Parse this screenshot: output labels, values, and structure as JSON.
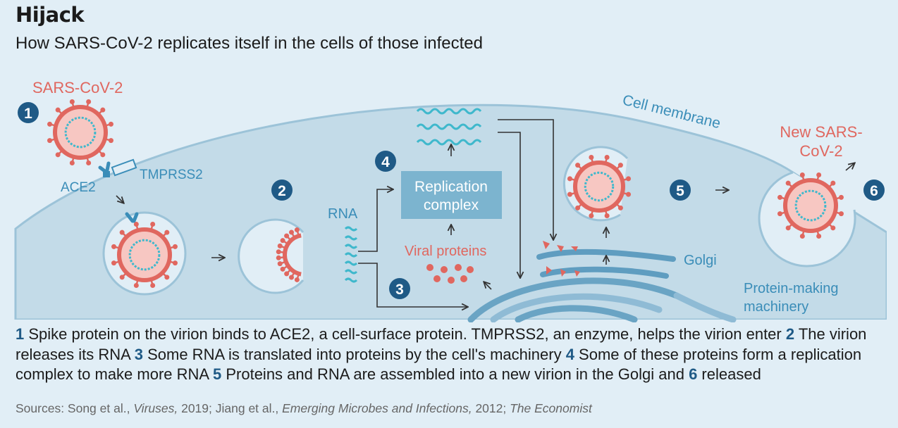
{
  "title": "Hijack",
  "subtitle": "How SARS-CoV-2 replicates itself in the cells of those infected",
  "labels": {
    "virus": "SARS-CoV-2",
    "ace2": "ACE2",
    "tmprss2": "TMPRSS2",
    "rna": "RNA",
    "replication_line1": "Replication",
    "replication_line2": "complex",
    "viral_proteins": "Viral proteins",
    "cell_membrane": "Cell membrane",
    "new_virus_line1": "New SARS-",
    "new_virus_line2": "CoV-2",
    "golgi": "Golgi",
    "protein_machinery_line1": "Protein-making",
    "protein_machinery_line2": "machinery"
  },
  "steps": [
    "1",
    "2",
    "3",
    "4",
    "5",
    "6"
  ],
  "caption": [
    {
      "num": "1",
      "text": " Spike protein on the virion binds to ACE2, a cell-surface protein. TMPRSS2, an enzyme, helps the virion enter "
    },
    {
      "num": "2",
      "text": " The virion releases its RNA "
    },
    {
      "num": "3",
      "text": " Some RNA is translated into proteins by the cell's machinery "
    },
    {
      "num": "4",
      "text": " Some of these proteins form a replication complex to make more RNA "
    },
    {
      "num": "5",
      "text": " Proteins and RNA are assembled into a new virion in the Golgi and "
    },
    {
      "num": "6",
      "text": " released"
    }
  ],
  "sources": {
    "prefix": "Sources: Song et al., ",
    "journal1": "Viruses,",
    "mid1": " 2019; Jiang et al., ",
    "journal2": "Emerging Microbes and Infections,",
    "mid2": " 2012; ",
    "journal3": "The Economist"
  },
  "colors": {
    "background": "#e1eef6",
    "cell": "#c3dbe8",
    "cell_edge": "#9cc3d8",
    "virus": "#e0675f",
    "virus_core": "#f7c7c2",
    "rna": "#3fb8cc",
    "step_badge": "#1f5a86",
    "label_blue": "#3a8db8",
    "replication_box": "#7cb4cf"
  }
}
